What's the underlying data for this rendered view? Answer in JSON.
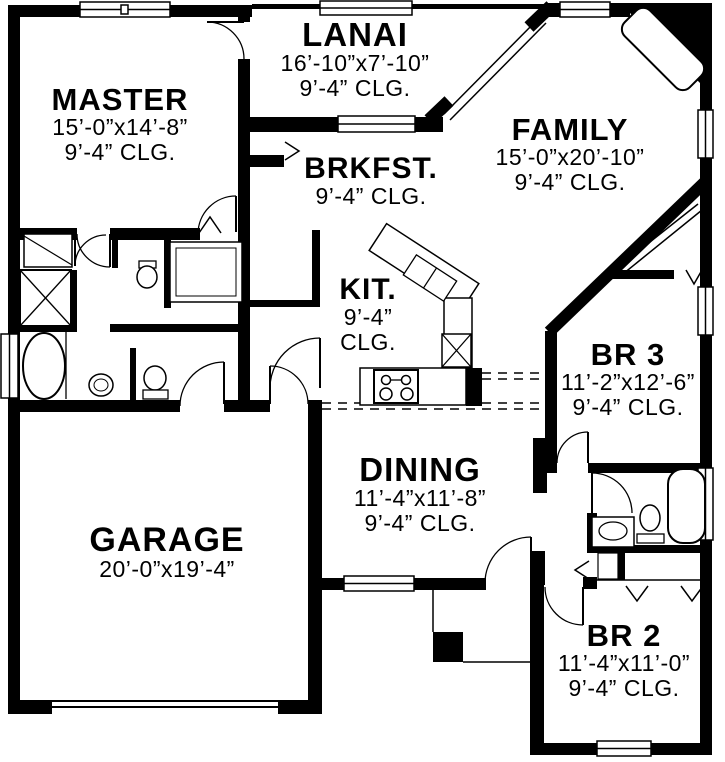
{
  "plan": {
    "background_color": "#ffffff",
    "line_color": "#000000",
    "rooms": [
      {
        "id": "master",
        "name": "MASTER",
        "dims": "15’-0”x14’-8”",
        "clg": "9’-4” CLG."
      },
      {
        "id": "lanai",
        "name": "LANAI",
        "dims": "16’-10”x7’-10”",
        "clg": "9’-4” CLG."
      },
      {
        "id": "family",
        "name": "FAMILY",
        "dims": "15’-0”x20’-10”",
        "clg": "9’-4” CLG."
      },
      {
        "id": "brkfst",
        "name": "BRKFST.",
        "dims": "9’-4” CLG.",
        "clg": ""
      },
      {
        "id": "kit",
        "name": "KIT.",
        "dims": "9’-4”",
        "clg": "CLG."
      },
      {
        "id": "br3",
        "name": "BR 3",
        "dims": "11’-2”x12’-6”",
        "clg": "9’-4” CLG."
      },
      {
        "id": "dining",
        "name": "DINING",
        "dims": "11’-4”x11’-8”",
        "clg": "9’-4” CLG."
      },
      {
        "id": "garage",
        "name": "GARAGE",
        "dims": "20’-0”x19’-4”",
        "clg": ""
      },
      {
        "id": "br2",
        "name": "BR 2",
        "dims": "11’-4”x11’-0”",
        "clg": "9’-4” CLG."
      }
    ],
    "fixture_icons": [
      "shower-icon",
      "bathtub-icon",
      "toilet-icon",
      "sink-icon",
      "stove-icon",
      "fireplace-icon",
      "closet-rod-icon",
      "refrigerator-icon"
    ]
  }
}
